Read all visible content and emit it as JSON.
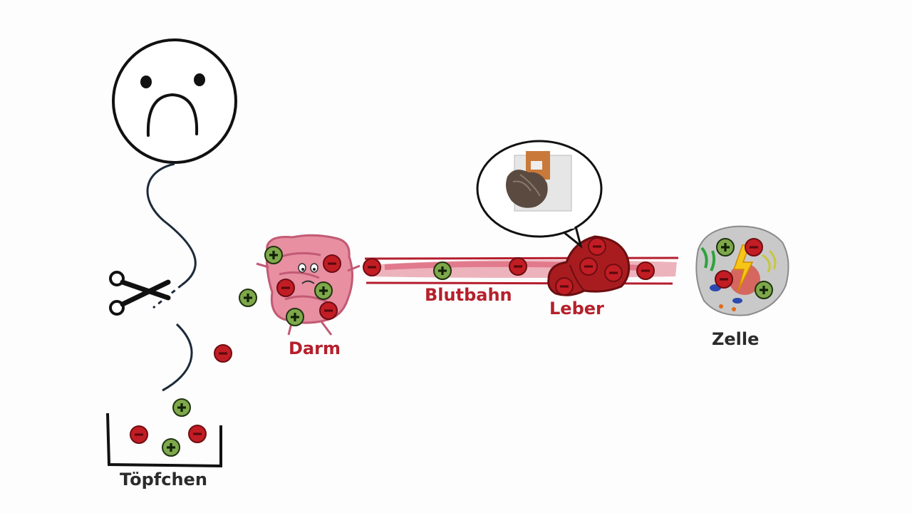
{
  "labels": {
    "topfchen": "Töpfchen",
    "darm": "Darm",
    "blutbahn": "Blutbahn",
    "leber": "Leber",
    "zelle": "Zelle"
  },
  "colors": {
    "label_red": "#b5202c",
    "label_dark": "#2b2b2b",
    "negative_particle": "#c21d24",
    "positive_particle": "#7ea84a",
    "intestine": "#e88fa2",
    "bloodstream": "#d9546a",
    "liver": "#a81c1f",
    "cell": "#c9c9c9",
    "lightning": "#f5c518"
  },
  "icons": {
    "face": "sad-face-icon",
    "scissors": "scissors-icon",
    "container": "potty-icon",
    "intestine": "intestine-character-icon",
    "liver": "liver-icon",
    "cell": "cell-icon",
    "thought": "thought-bubble-icon",
    "negative": "minus-particle-icon",
    "positive": "plus-particle-icon"
  }
}
